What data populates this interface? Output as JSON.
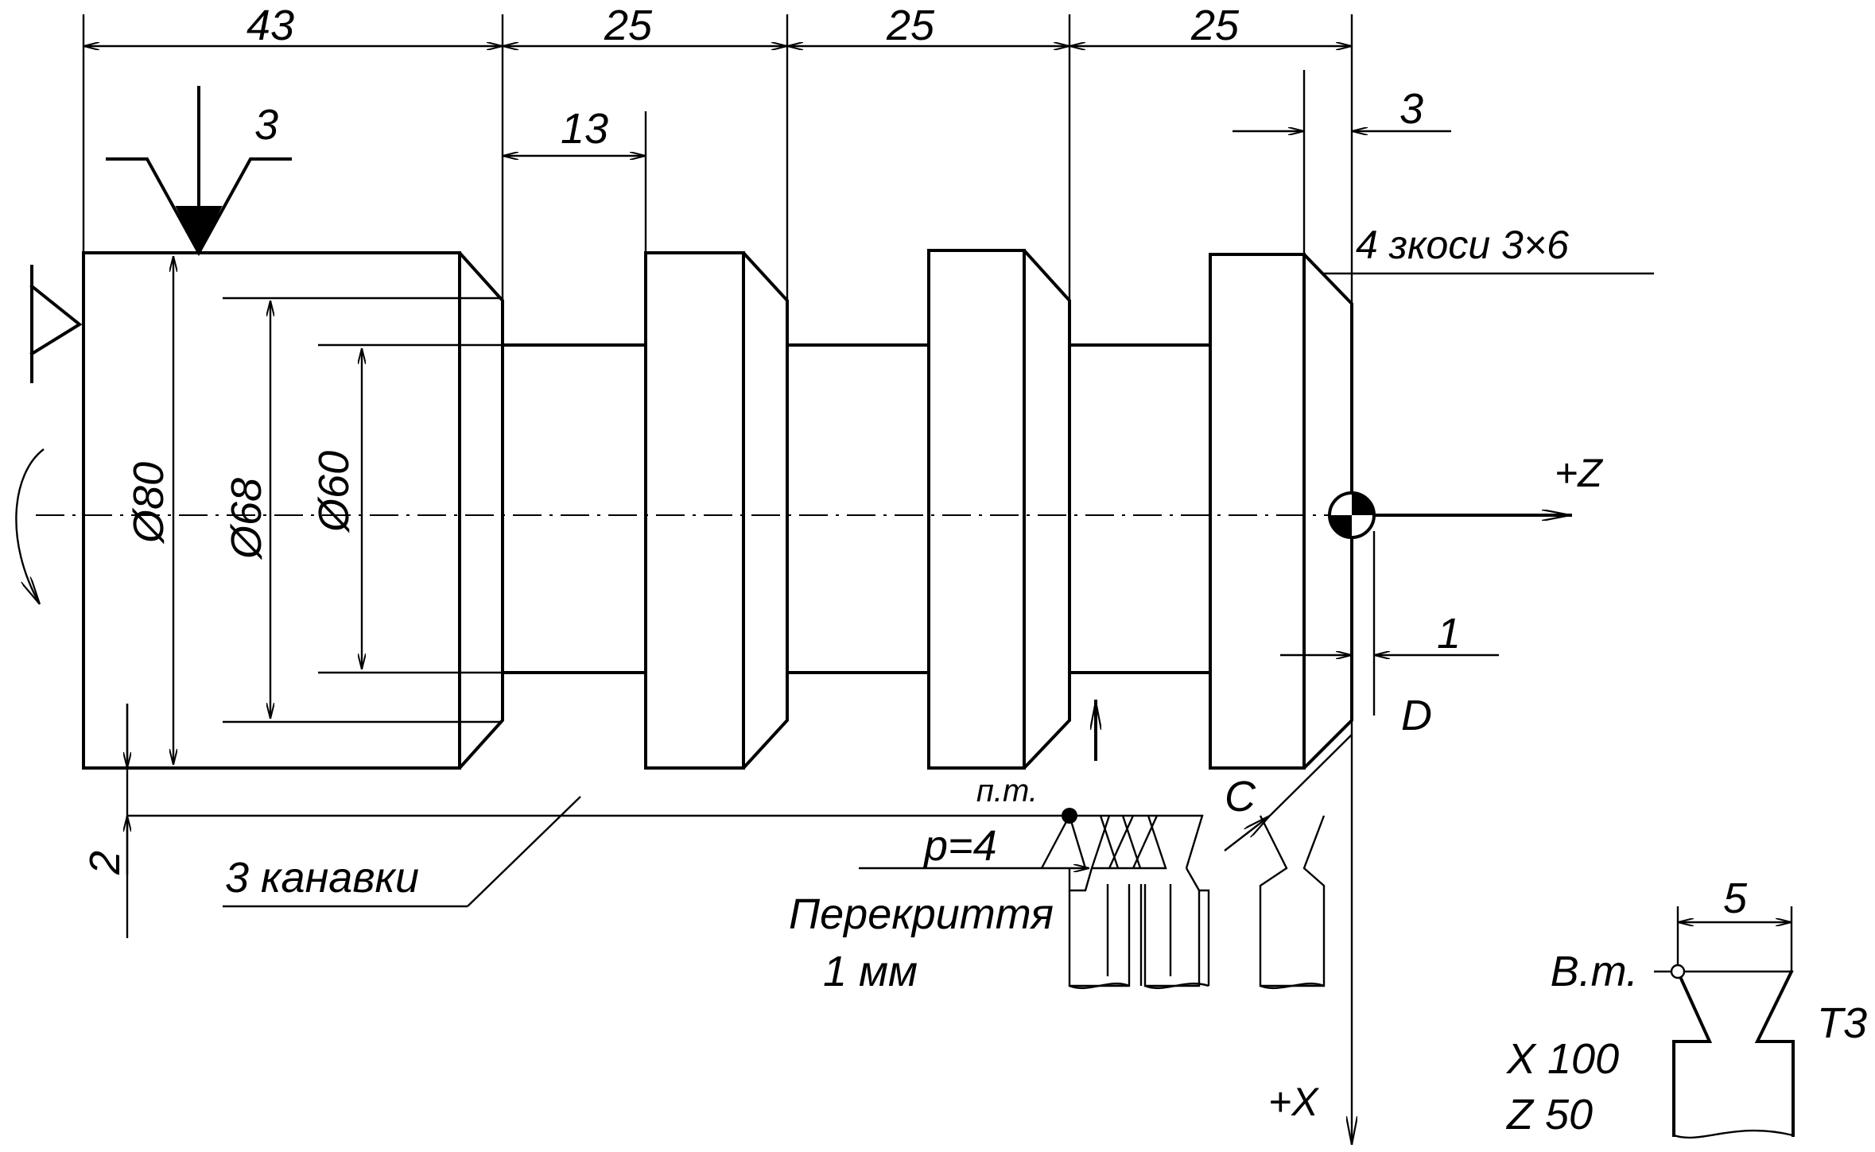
{
  "dimensions": {
    "top": [
      "43",
      "25",
      "25",
      "25"
    ],
    "groove_width": "13",
    "right_offset": "3",
    "diameters": [
      "Ø80",
      "Ø68",
      "Ø60"
    ],
    "small_right": "1",
    "left_offset": "2",
    "tool_width": "5"
  },
  "labels": {
    "surface_mark": "3",
    "chamfers": "4 зкоси 3×6",
    "axis_z": "+Z",
    "axis_x": "+X",
    "point_d": "D",
    "point_c": "C",
    "start_point": "п.т.",
    "pitch": "p=4",
    "overlap_line1": "Перекриття",
    "overlap_line2": "1 мм",
    "grooves": "3 канавки",
    "tool_point": "В.т.",
    "tool_name": "Т3",
    "coord_x": "X 100",
    "coord_z": "Z 50"
  }
}
